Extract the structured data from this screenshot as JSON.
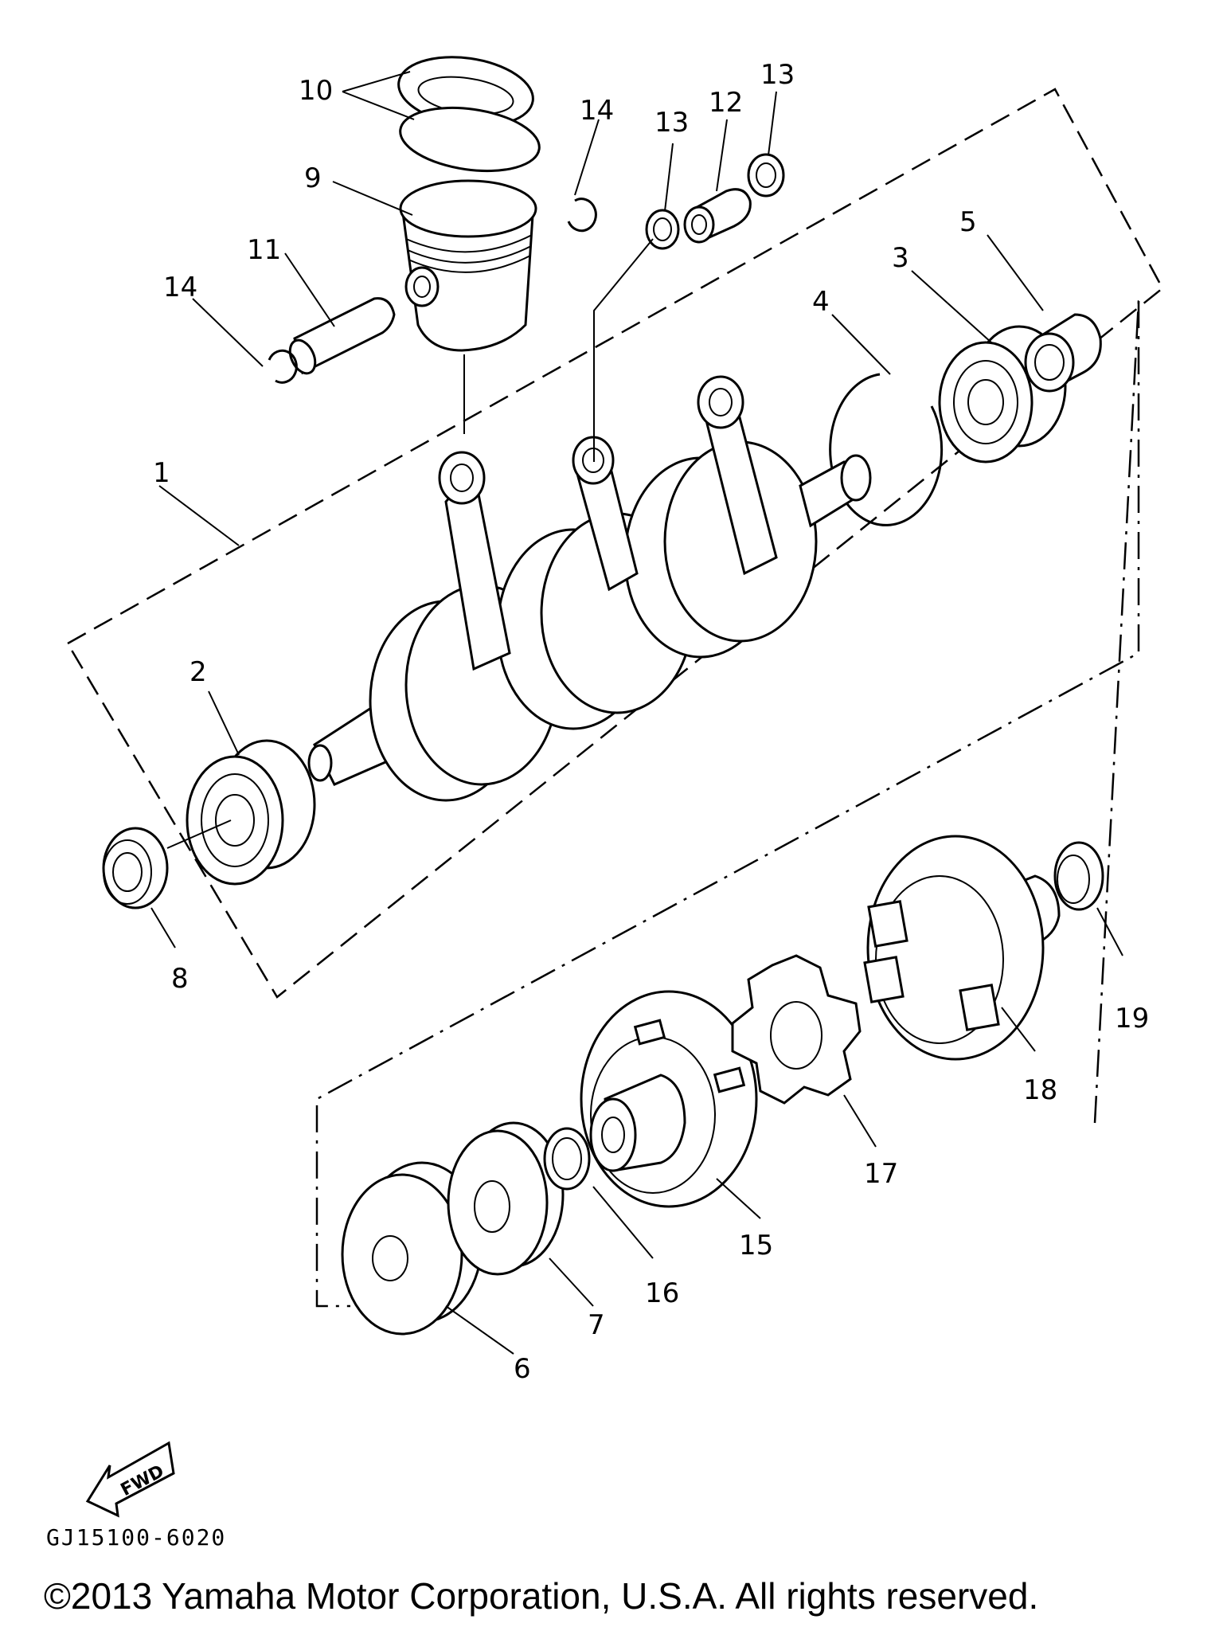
{
  "diagram": {
    "callouts": [
      "1",
      "2",
      "3",
      "4",
      "5",
      "6",
      "7",
      "8",
      "9",
      "10",
      "11",
      "12",
      "13",
      "13",
      "14",
      "14",
      "15",
      "16",
      "17",
      "18",
      "19"
    ],
    "part_number": "GJ15100-6020",
    "fwd_label": "FWD",
    "copyright": "©2013 Yamaha Motor Corporation, U.S.A. All rights reserved."
  }
}
